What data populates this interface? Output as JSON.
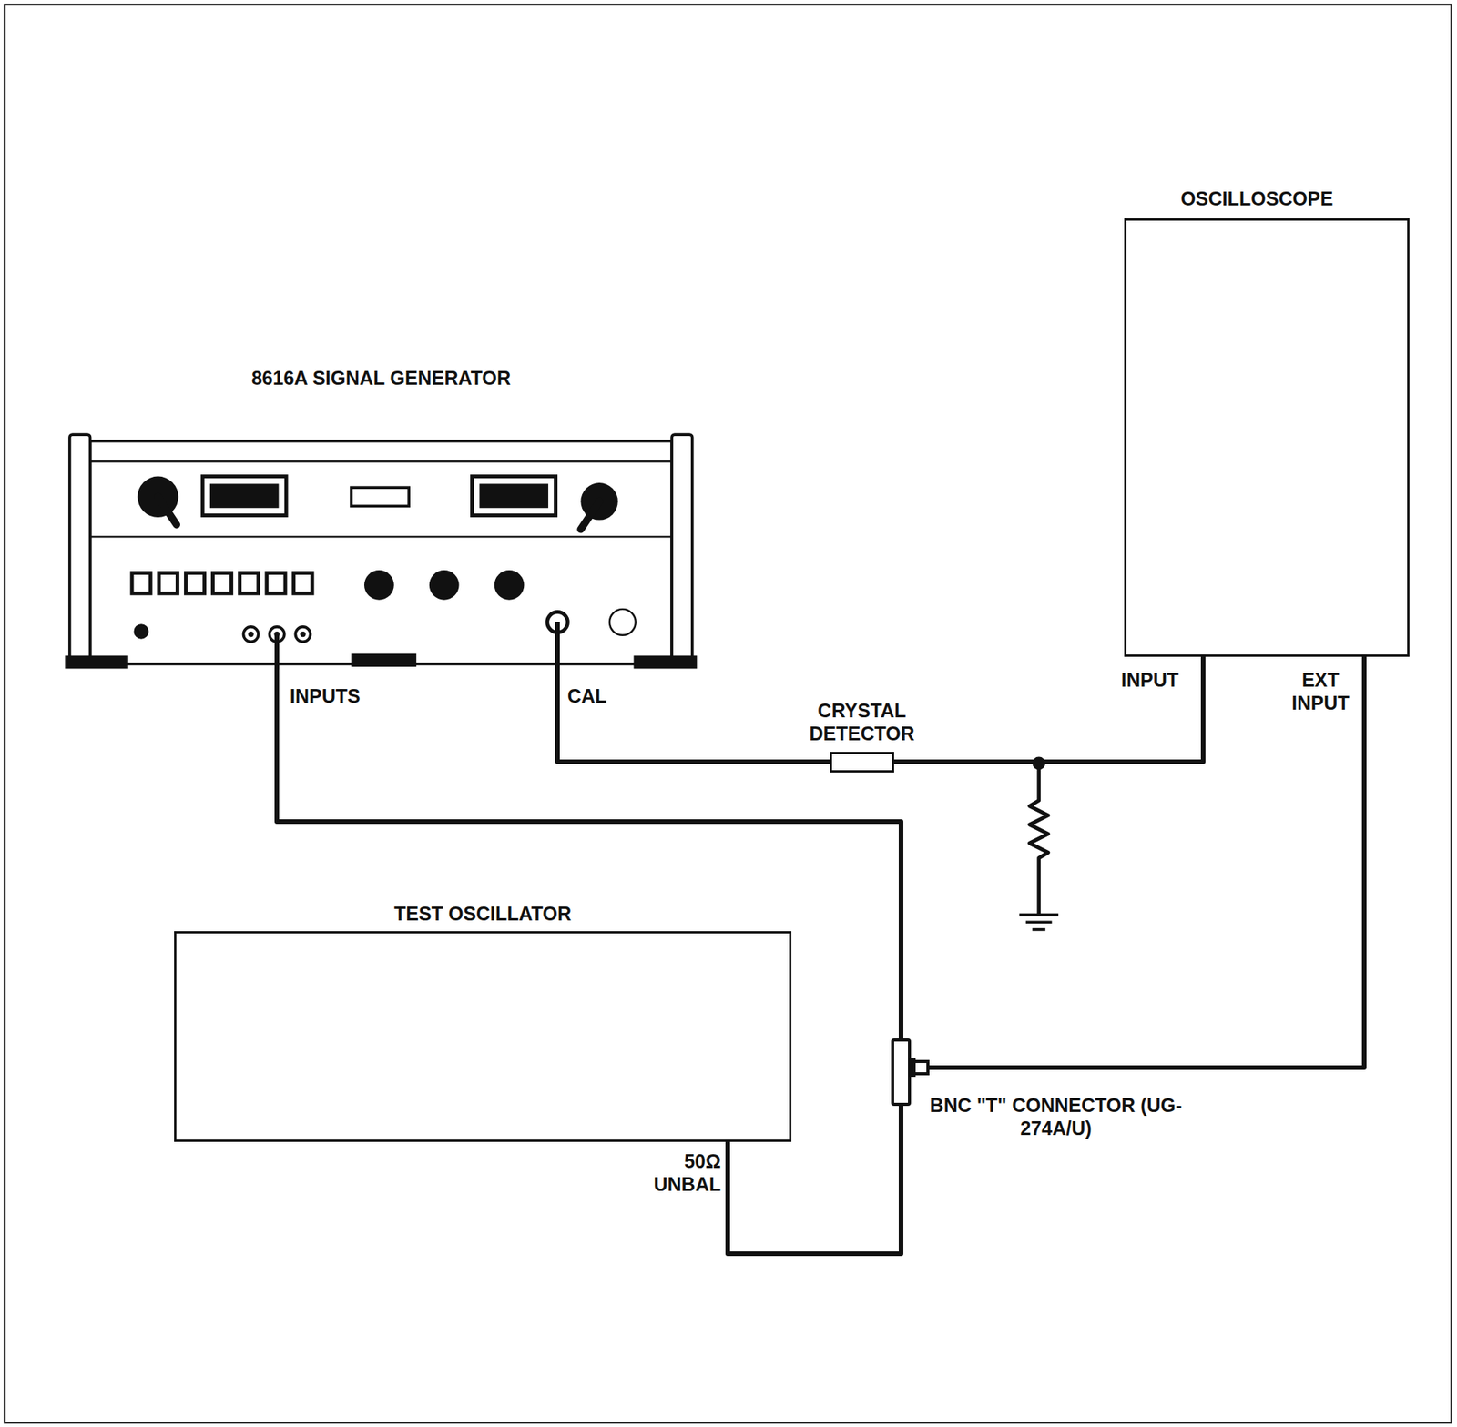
{
  "diagram": {
    "nodes": [
      {
        "text": [
          "8616A SIGNAL GENERATOR"
        ]
      },
      {
        "text": [
          "OSCILLOSCOPE"
        ]
      },
      {
        "text": [
          "CRYSTAL DETECTOR"
        ]
      },
      {
        "text": [
          "TEST OSCILLATOR"
        ]
      },
      {
        "text": [
          "BNC \"T\" CONNECTOR (UG-274A/U)"
        ]
      }
    ],
    "edges": [
      {
        "from": 0,
        "to": 2,
        "arrow": "none"
      },
      {
        "from": 2,
        "to": 1,
        "arrow": "none"
      },
      {
        "from": 0,
        "to": 4,
        "arrow": "none"
      },
      {
        "from": 3,
        "to": 4,
        "arrow": "none"
      },
      {
        "from": 4,
        "to": 1,
        "arrow": "none"
      }
    ],
    "labels": [
      "INPUTS",
      "CAL",
      "INPUT",
      "EXT INPUT",
      "50Ω UNBAL"
    ]
  }
}
